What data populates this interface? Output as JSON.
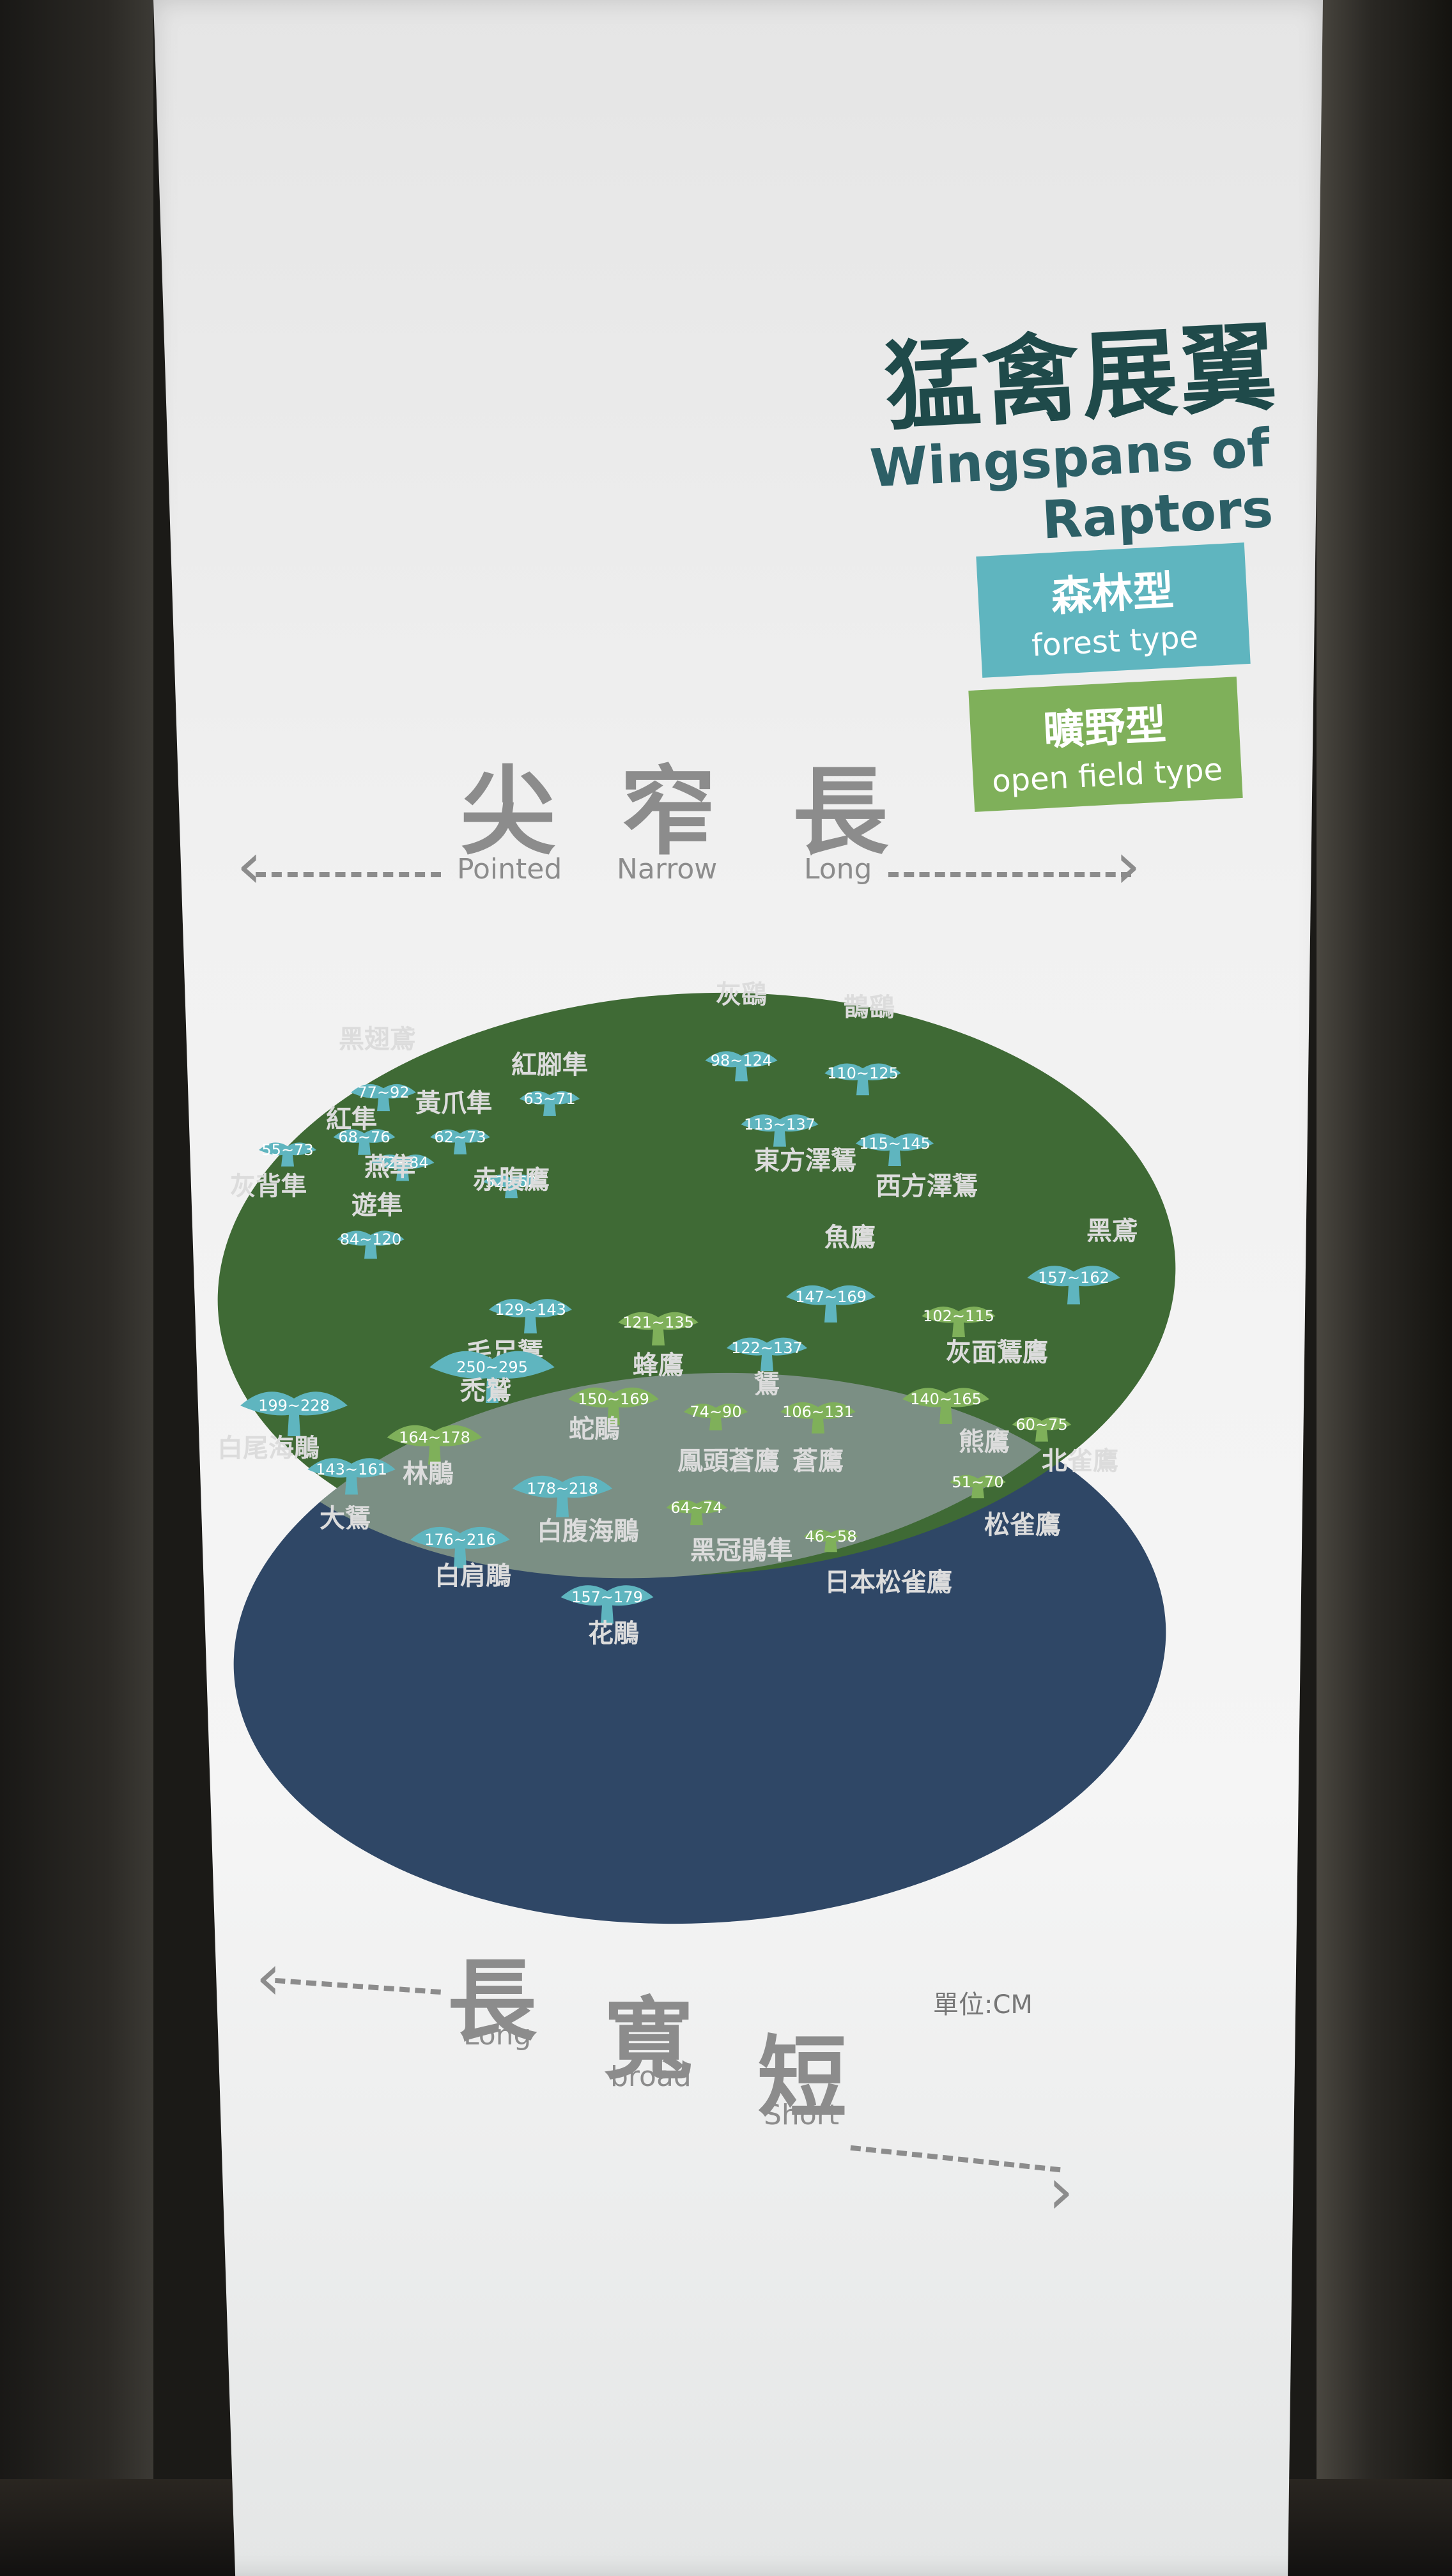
{
  "title": {
    "zh": "猛禽展翼",
    "en": "Wingspans of Raptors"
  },
  "legend": [
    {
      "zh": "森林型",
      "en": "forest type",
      "color": "#5fb5bf"
    },
    {
      "zh": "曠野型",
      "en": "open field type",
      "color": "#7fb05a"
    }
  ],
  "top_axis": {
    "zh": [
      "尖",
      "窄",
      "長"
    ],
    "en": [
      "Pointed",
      "Narrow",
      "Long"
    ]
  },
  "bottom_axis": {
    "zh": [
      "長",
      "寬",
      "短"
    ],
    "en": [
      "Long",
      "broad",
      "Short"
    ]
  },
  "unit": "單位:CM",
  "colors": {
    "green_ellipse": "#3f6a35",
    "navy_ellipse": "#2f4766",
    "overlap": "#7b8f84",
    "forest_bird": "#5fb5bf",
    "open_bird": "#7fb05a"
  },
  "birds": [
    {
      "name": "灰鷂",
      "span": "98~124",
      "type": "forest"
    },
    {
      "name": "鵲鷂",
      "span": "110~125",
      "type": "forest"
    },
    {
      "name": "黑翅鳶",
      "span": "77~92",
      "type": "forest"
    },
    {
      "name": "紅腳隼",
      "span": "63~71",
      "type": "forest"
    },
    {
      "name": "黃爪隼",
      "span": "62~73",
      "type": "forest"
    },
    {
      "name": "紅隼",
      "span": "68~76",
      "type": "forest"
    },
    {
      "name": "灰背隼",
      "span": "55~73",
      "type": "forest"
    },
    {
      "name": "燕隼",
      "span": "72~84",
      "type": "forest"
    },
    {
      "name": "赤腹鷹",
      "span": "52~62",
      "type": "forest"
    },
    {
      "name": "遊隼",
      "span": "84~120",
      "type": "forest"
    },
    {
      "name": "東方澤鵟",
      "span": "113~137",
      "type": "forest"
    },
    {
      "name": "西方澤鵟",
      "span": "115~145",
      "type": "forest"
    },
    {
      "name": "魚鷹",
      "span": "147~169",
      "type": "forest"
    },
    {
      "name": "黑鳶",
      "span": "157~162",
      "type": "forest"
    },
    {
      "name": "灰面鵟鷹",
      "span": "102~115",
      "type": "open"
    },
    {
      "name": "毛足鵟",
      "span": "129~143",
      "type": "forest"
    },
    {
      "name": "蜂鷹",
      "span": "121~135",
      "type": "open"
    },
    {
      "name": "鵟",
      "span": "122~137",
      "type": "forest"
    },
    {
      "name": "禿鷲",
      "span": "250~295",
      "type": "forest"
    },
    {
      "name": "白尾海鵰",
      "span": "199~228",
      "type": "forest"
    },
    {
      "name": "蛇鵰",
      "span": "150~169",
      "type": "open"
    },
    {
      "name": "鳳頭蒼鷹",
      "span": "74~90",
      "type": "open"
    },
    {
      "name": "蒼鷹",
      "span": "106~131",
      "type": "open"
    },
    {
      "name": "熊鷹",
      "span": "140~165",
      "type": "open"
    },
    {
      "name": "北雀鷹",
      "span": "60~75",
      "type": "open"
    },
    {
      "name": "林鵰",
      "span": "164~178",
      "type": "open"
    },
    {
      "name": "大鵟",
      "span": "143~161",
      "type": "forest"
    },
    {
      "name": "白腹海鵰",
      "span": "178~218",
      "type": "forest"
    },
    {
      "name": "黑冠鵑隼",
      "span": "64~74",
      "type": "open"
    },
    {
      "name": "松雀鷹",
      "span": "51~70",
      "type": "open"
    },
    {
      "name": "日本松雀鷹",
      "span": "46~58",
      "type": "open"
    },
    {
      "name": "白肩鵰",
      "span": "176~216",
      "type": "forest"
    },
    {
      "name": "花鵰",
      "span": "157~179",
      "type": "forest"
    }
  ]
}
